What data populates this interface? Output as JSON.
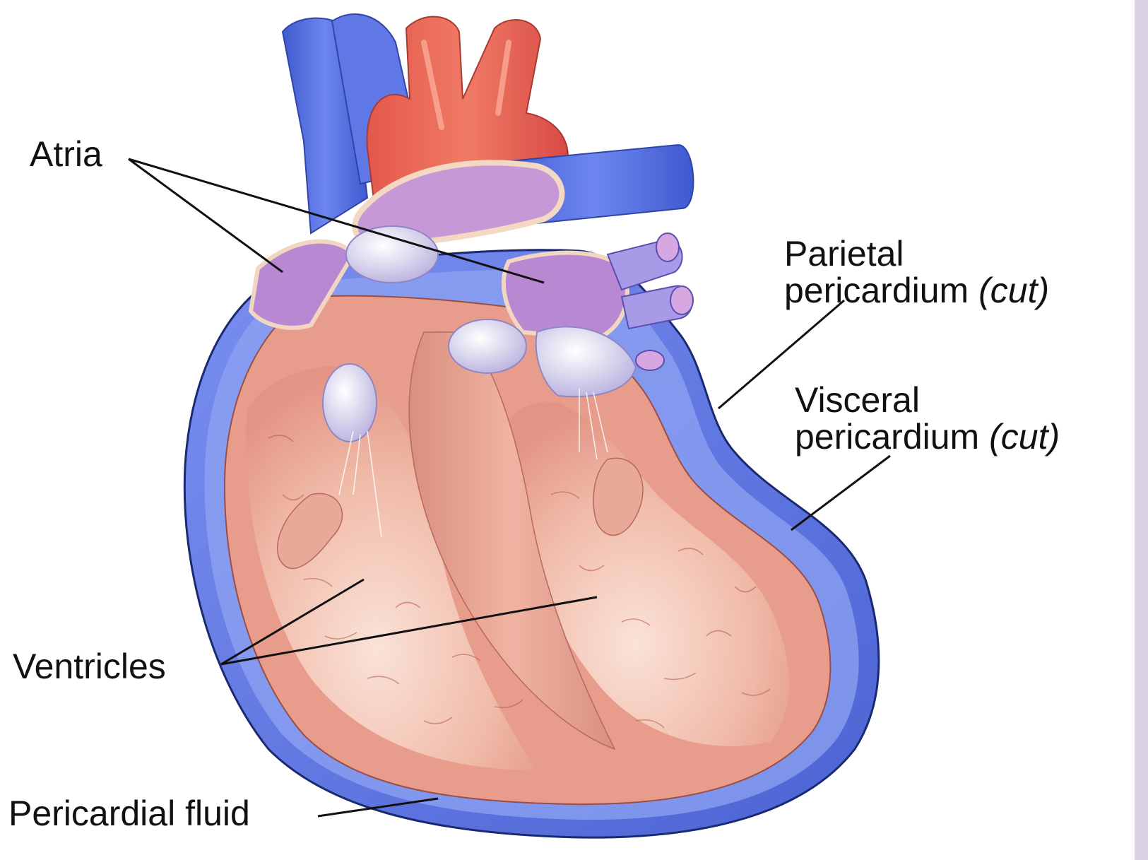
{
  "labels": {
    "atria": "Atria",
    "parietal_line1": "Parietal",
    "parietal_line2": "pericardium",
    "parietal_note": "(cut)",
    "visceral_line1": "Visceral",
    "visceral_line2": "pericardium",
    "visceral_note": "(cut)",
    "ventricles": "Ventricles",
    "pericardial_fluid": "Pericardial fluid"
  },
  "colors": {
    "pericardium_blue": "#5a72d8",
    "pericardium_light": "#8fa4ee",
    "aorta_red": "#e0584e",
    "myocardium_pink": "#e9a191",
    "chamber_pink": "#f6d2c6",
    "atrium_purple": "#b184d0",
    "vein_blue": "#4a66d8",
    "side_band": "#d9d2e2"
  }
}
